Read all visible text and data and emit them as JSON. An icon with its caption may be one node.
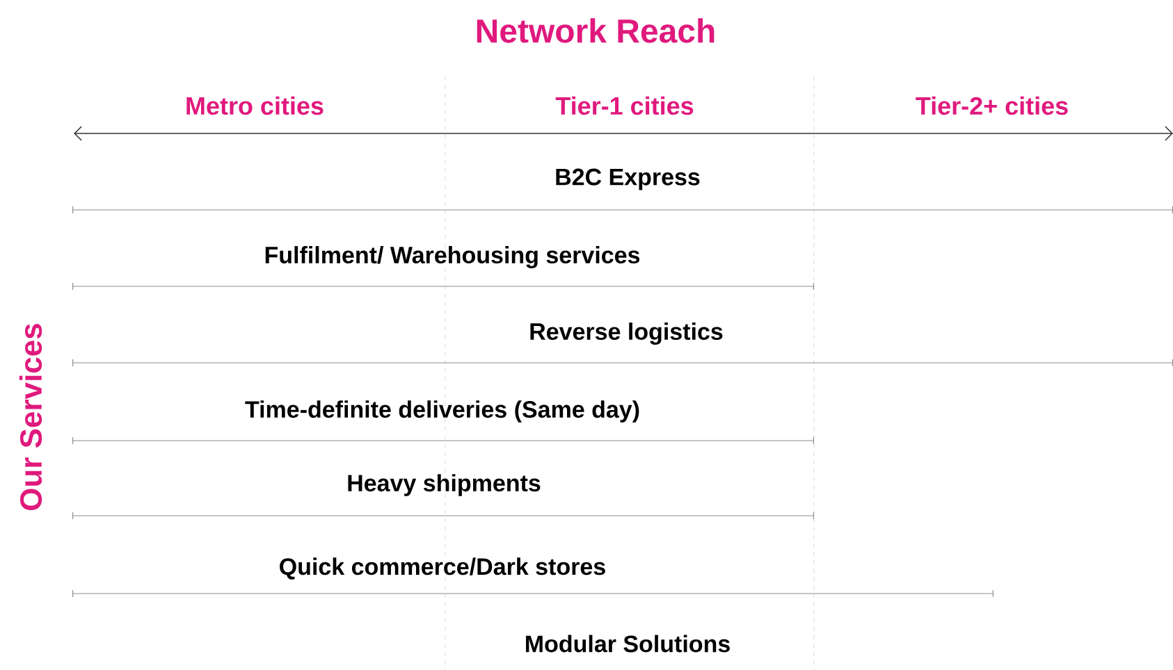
{
  "diagram": {
    "title": "Network Reach",
    "labels": [
      "Metro cities",
      "Tier-1 cities",
      "Tier-2+ cities",
      "B2C Express",
      "Fulfilment/ Warehousing services",
      "Reverse logistics",
      "Time-definite deliveries (Same day)",
      "Heavy shipments",
      "Quick commerce/Dark stores",
      "Modular Solutions",
      "Our Services"
    ]
  }
}
